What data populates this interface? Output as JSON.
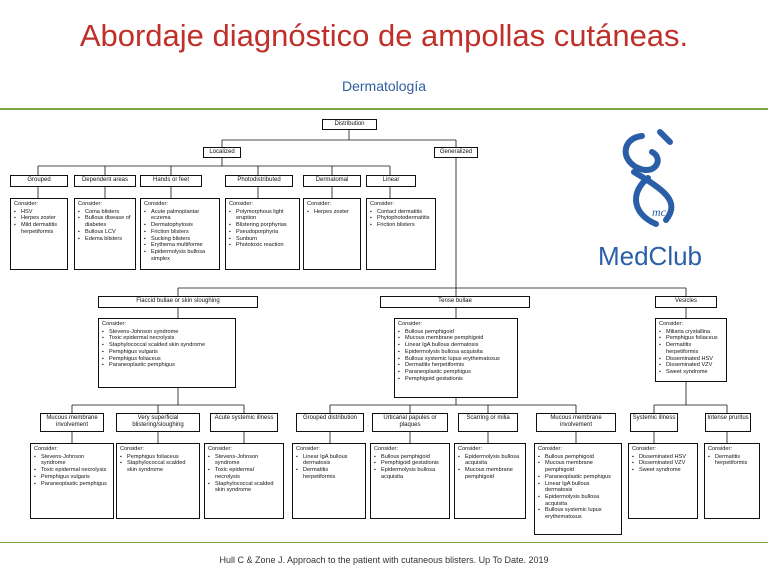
{
  "header": {
    "title": "Abordaje diagnóstico de ampollas cutáneas.",
    "subtitle": "Dermatología"
  },
  "logo": {
    "text": "MedClub",
    "icon": "caduceus-logo"
  },
  "diagram": {
    "root": "Distribution",
    "localized": "Localized",
    "generalized": "Generalized",
    "consider": "Consider:",
    "localized_groups": [
      {
        "label": "Grouped",
        "items": [
          "HSV",
          "Herpes zoster",
          "Mild dermatitis herpetiformis"
        ]
      },
      {
        "label": "Dependent areas",
        "items": [
          "Coma blisters",
          "Bullous disease of diabetes",
          "Bullous LCV",
          "Edema blisters"
        ]
      },
      {
        "label": "Hands or feet",
        "items": [
          "Acute palmoplantar eczema",
          "Dermatophytosis",
          "Friction blisters",
          "Sucking blisters",
          "Erythema multiforme",
          "Epidermolysis bullosa simplex"
        ]
      },
      {
        "label": "Photodistributed",
        "items": [
          "Polymorphous light eruption",
          "Blistering porphyrias",
          "Pseudoporphyria",
          "Sunburn",
          "Phototoxic reaction"
        ]
      },
      {
        "label": "Dermatomal",
        "items": [
          "Herpes zoster"
        ]
      },
      {
        "label": "Linear",
        "items": [
          "Contact dermatitis",
          "Phytophotodermatitis",
          "Friction blisters"
        ]
      }
    ],
    "generalized_groups": [
      {
        "label": "Flaccid bullae or skin sloughing",
        "items": [
          "Stevens-Johnson syndrome",
          "Toxic epidermal necrolysis",
          "Staphylococcal scalded skin syndrome",
          "Pemphigus vulgaris",
          "Pemphigus foliaceus",
          "Paraneoplastic pemphigus"
        ]
      },
      {
        "label": "Tense bullae",
        "items": [
          "Bullous pemphigoid",
          "Mucous membrane pemphigoid",
          "Linear IgA bullous dermatosis",
          "Epidermolysis bullosa acquisita",
          "Bullous systemic lupus erythematosus",
          "Dermatitis herpetiformis",
          "Paraneoplastic pemphigus",
          "Pemphigoid gestationis"
        ]
      },
      {
        "label": "Vesicles",
        "items": [
          "Miliaria crystallina",
          "Pemphigus foliaceus",
          "Dermatitis herpetiformis",
          "Disseminated HSV",
          "Disseminated VZV",
          "Sweet syndrome"
        ]
      }
    ],
    "flaccid_sub": [
      {
        "label": "Mucous membrane involvement",
        "items": [
          "Stevens-Johnson syndrome",
          "Toxic epidermal necrolysis",
          "Pemphigus vulgaris",
          "Paraneoplastic pemphigus"
        ]
      },
      {
        "label": "Very superficial blistering/sloughing",
        "items": [
          "Pemphigus foliaceus",
          "Staphylococcal scalded skin syndrome"
        ]
      },
      {
        "label": "Acute systemic illness",
        "items": [
          "Stevens-Johnson syndrome",
          "Toxic epidermal necrolysis",
          "Staphylococcal scalded skin syndrome"
        ]
      }
    ],
    "tense_sub": [
      {
        "label": "Grouped distribution",
        "items": [
          "Linear IgA bullous dermatosis",
          "Dermatitis herpetiformis"
        ]
      },
      {
        "label": "Urticarial papules or plaques",
        "items": [
          "Bullous pemphigoid",
          "Pemphigoid gestationis",
          "Epidermolysis bullosa acquisita"
        ]
      },
      {
        "label": "Scarring or milia",
        "items": [
          "Epidermolysis bullosa acquisita",
          "Mucous membrane pemphigoid"
        ]
      },
      {
        "label": "Mucous membrane involvement",
        "items": [
          "Bullous pemphigoid",
          "Mucous membrane pemphigoid",
          "Paraneoplastic pemphigus",
          "Linear IgA bullous dermatosis",
          "Epidermolysis bullosa acquisita",
          "Bullous systemic lupus erythematosus"
        ]
      }
    ],
    "vesicle_sub": [
      {
        "label": "Systemic illness",
        "items": [
          "Disseminated HSV",
          "Disseminated VZV",
          "Sweet syndrome"
        ]
      },
      {
        "label": "Intense pruritus",
        "items": [
          "Dermatitis herpetiformis"
        ]
      }
    ]
  },
  "footer": "Hull C & Zone J. Approach to the patient with cutaneous blisters. Up To Date. 2019"
}
